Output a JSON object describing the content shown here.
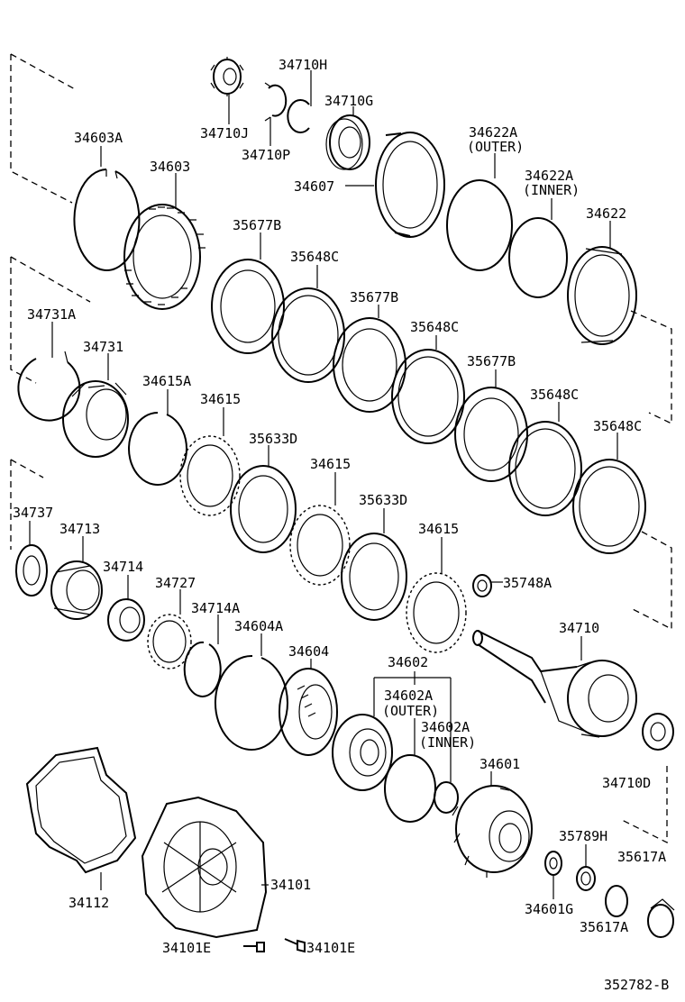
{
  "diagram_id": "352782-B",
  "labels": {
    "p34710H": "34710H",
    "p34710G": "34710G",
    "p34710J": "34710J",
    "p34710P": "34710P",
    "p34603A": "34603A",
    "p34603": "34603",
    "p34607": "34607",
    "p34622A_outer": "34622A",
    "p34622A_outer_sub": "(OUTER)",
    "p34622A_inner": "34622A",
    "p34622A_inner_sub": "(INNER)",
    "p34622": "34622",
    "p35677B_1": "35677B",
    "p35648C_1": "35648C",
    "p35677B_2": "35677B",
    "p35648C_2": "35648C",
    "p35677B_3": "35677B",
    "p35648C_3": "35648C",
    "p35648C_4": "35648C",
    "p34731A": "34731A",
    "p34731": "34731",
    "p34615A": "34615A",
    "p34615_1": "34615",
    "p35633D_1": "35633D",
    "p34615_2": "34615",
    "p35633D_2": "35633D",
    "p34615_3": "34615",
    "p34737": "34737",
    "p34713": "34713",
    "p34714": "34714",
    "p34727": "34727",
    "p34714A": "34714A",
    "p34604A": "34604A",
    "p34604": "34604",
    "p34602": "34602",
    "p34602A_outer": "34602A",
    "p34602A_outer_sub": "(OUTER)",
    "p34602A_inner": "34602A",
    "p34602A_inner_sub": "(INNER)",
    "p35748A": "35748A",
    "p34710": "34710",
    "p34710D": "34710D",
    "p34601": "34601",
    "p35789H": "35789H",
    "p35617A_1": "35617A",
    "p34601G": "34601G",
    "p35617A_2": "35617A",
    "p34112": "34112",
    "p34101": "34101",
    "p34101E_1": "34101E",
    "p34101E_2": "34101E"
  }
}
